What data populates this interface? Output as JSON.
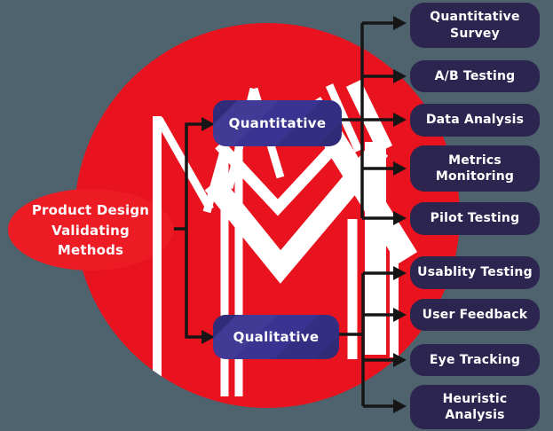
{
  "diagram": {
    "root_label": "Product Design\nValidating\nMethods",
    "branches": {
      "quantitative": {
        "label": "Quantitative"
      },
      "qualitative": {
        "label": "Qualitative"
      }
    },
    "quantitative_methods": [
      {
        "label": "Quantitative\nSurvey"
      },
      {
        "label": "A/B Testing"
      },
      {
        "label": "Data Analysis"
      },
      {
        "label": "Metrics\nMonitoring"
      },
      {
        "label": "Pilot Testing"
      }
    ],
    "qualitative_methods": [
      {
        "label": "Usablity Testing"
      },
      {
        "label": "User Feedback"
      },
      {
        "label": "Eye Tracking"
      },
      {
        "label": "Heuristic\nAnalysis"
      }
    ]
  },
  "colors": {
    "background": "#4e636d",
    "circle": "#e8131e",
    "bubble": "#ec1b24",
    "category_button": "#3a3391",
    "method_box": "#2b2550",
    "connector": "#161616",
    "label_text": "#ffffff",
    "logo": "#ffffff"
  }
}
